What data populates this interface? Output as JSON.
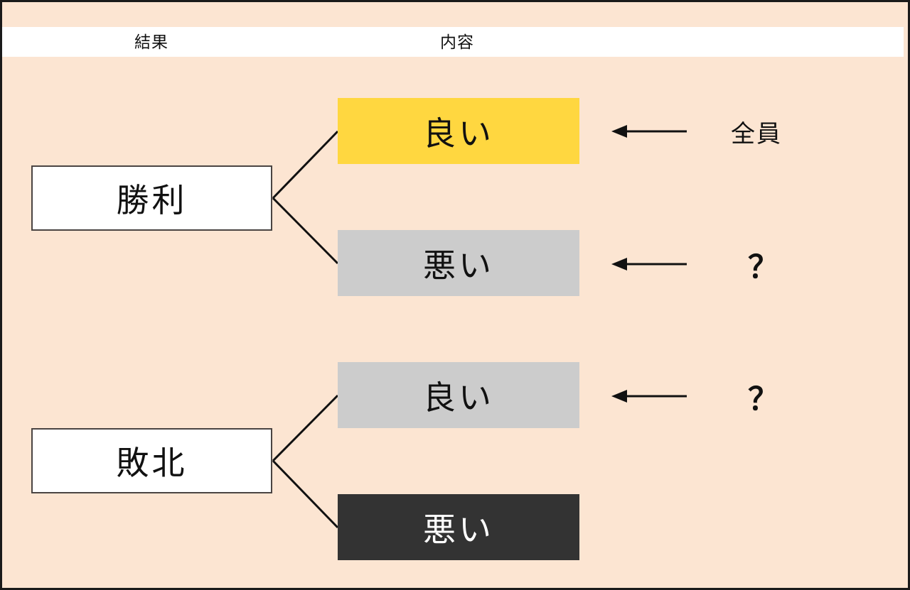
{
  "diagram": {
    "title_columns": {
      "result": "結果",
      "content": "内容"
    },
    "colors": {
      "background": "#fce5d2",
      "header_band": "#ffffff",
      "good_highlight": "#ffd740",
      "neutral_gray": "#cccccc",
      "dark": "#333333",
      "border": "#1a1a1a",
      "box_outline": "#4a4442",
      "text": "#111111",
      "text_inverse": "#ffffff"
    },
    "outcomes": [
      {
        "label": "勝利"
      },
      {
        "label": "敗北"
      }
    ],
    "contents": [
      {
        "label": "良い",
        "style": "yellow"
      },
      {
        "label": "悪い",
        "style": "gray"
      },
      {
        "label": "良い",
        "style": "gray"
      },
      {
        "label": "悪い",
        "style": "dark"
      }
    ],
    "annotations": [
      {
        "arrow": "arrow-left-icon",
        "note": "全員"
      },
      {
        "arrow": "arrow-left-icon",
        "note": "？"
      },
      {
        "arrow": "arrow-left-icon",
        "note": "？"
      }
    ]
  }
}
